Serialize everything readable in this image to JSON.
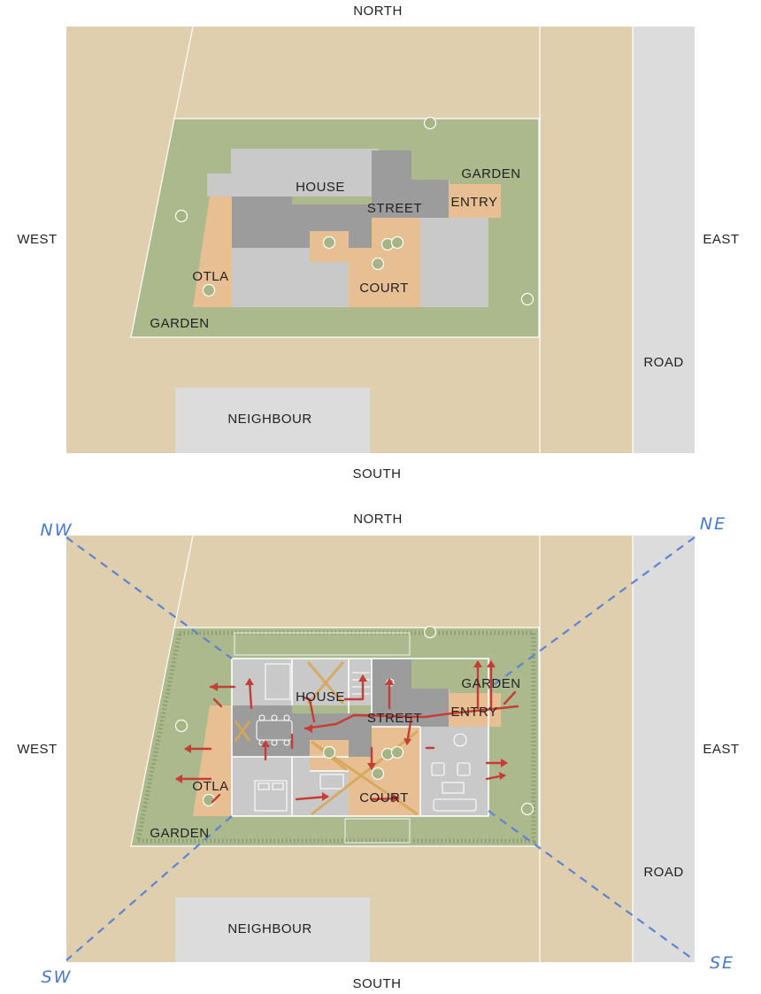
{
  "colors": {
    "plot": "#e0cfaf",
    "garden": "#abb98d",
    "house_light": "#c9c9c9",
    "house_dark": "#9c9c9c",
    "court": "#e8bf92",
    "road": "#dcdcdc",
    "tree": "#a7b584",
    "arrow": "#c53d34",
    "cross": "#d6a75a",
    "diagonal": "#5b84d2"
  },
  "top_plan": {
    "directions": {
      "north": "NORTH",
      "south": "SOUTH",
      "west": "WEST",
      "east": "EAST"
    },
    "labels": {
      "house": "HOUSE",
      "street": "STREET",
      "garden_ne": "GARDEN",
      "entry": "ENTRY",
      "otla": "OTLA",
      "court": "COURT",
      "garden_sw": "GARDEN",
      "road": "ROAD",
      "neighbour": "NEIGHBOUR"
    }
  },
  "bottom_plan": {
    "directions": {
      "north": "NORTH",
      "south": "SOUTH",
      "west": "WEST",
      "east": "EAST"
    },
    "corners": {
      "nw": "NW",
      "ne": "NE",
      "sw": "SW",
      "se": "SE"
    },
    "labels": {
      "house": "HOUSE",
      "street": "STREET",
      "garden_ne": "GARDEN",
      "entry": "ENTRY",
      "otla": "OTLA",
      "court": "COURT",
      "garden_sw": "GARDEN",
      "road": "ROAD",
      "neighbour": "NEIGHBOUR"
    }
  }
}
